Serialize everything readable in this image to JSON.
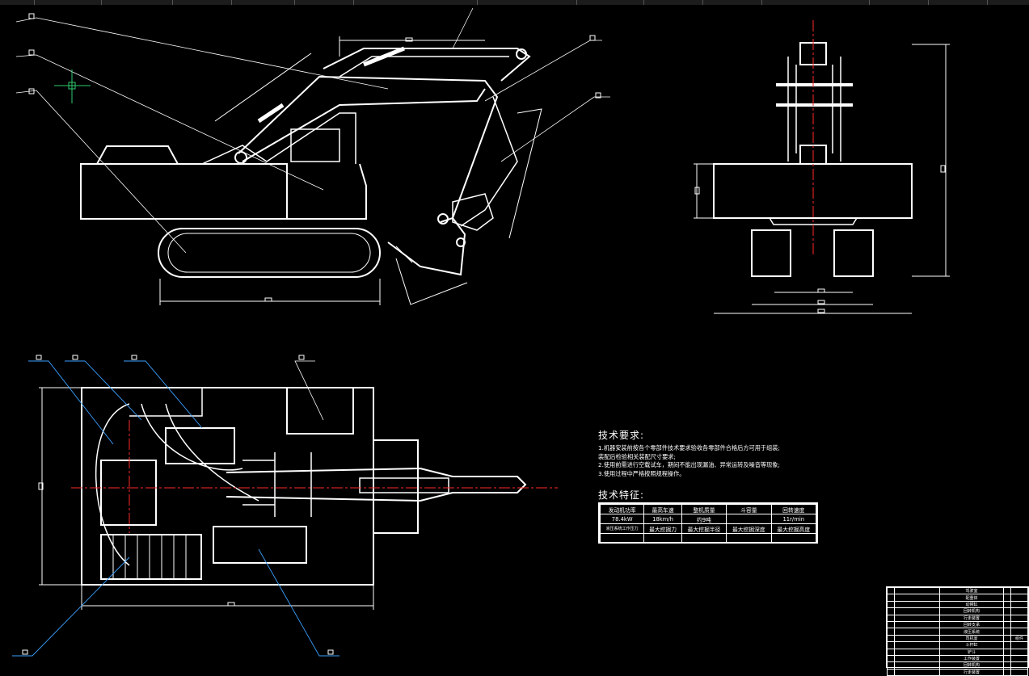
{
  "tabs": [
    "",
    "",
    "",
    "",
    "",
    "",
    "",
    "",
    "",
    "",
    "",
    "",
    "",
    "",
    ""
  ],
  "tech_requirements": {
    "title": "技术要求:",
    "items": [
      "1.机器安装前按各个零部件技术要求验收各零部件合格后方可用于组装;",
      "  装配后检验相关装配尺寸要求;",
      "2.使用前需进行空载试车，期间不能出现漏油、异常运转及噪音等现象;",
      "3.使用过程中严格按照规程操作。"
    ]
  },
  "tech_features": {
    "title": "技术特征:",
    "row1": [
      "发动机功率",
      "最高车速",
      "整机质量",
      "斗容量",
      "回转速度"
    ],
    "row2": [
      "78.4kW",
      "18km/h",
      "约9吨",
      "",
      "11r/min"
    ],
    "row3": [
      "液压系统工作压力",
      "最大挖掘力",
      "最大挖掘半径",
      "最大挖掘深度",
      "最大挖掘高度"
    ],
    "row4": [
      "",
      "",
      "",
      "",
      ""
    ]
  },
  "bom": {
    "rows": [
      "驾驶室",
      "配重体",
      "动臂缸",
      "回转机构",
      "行走装置",
      "回转支承",
      "液压系统",
      "司机室",
      "斗杆缸",
      "铲斗",
      "工作装置",
      "回转机构",
      "行走装置"
    ],
    "notes": [
      "",
      "",
      "",
      "",
      "",
      "",
      "",
      "组件",
      "",
      "",
      "",
      "",
      ""
    ]
  },
  "colors": {
    "line": "#ffffff",
    "leader": "#3aa0ff",
    "center": "#ff2a2a",
    "cursor": "#2ecc71"
  }
}
